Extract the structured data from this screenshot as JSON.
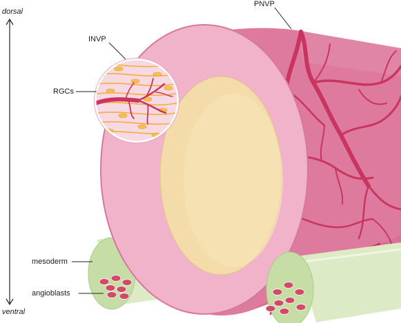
{
  "axis": {
    "top_label": "dorsal",
    "bottom_label": "ventral"
  },
  "labels": {
    "pnvp": "PNVP",
    "invp": "INVP",
    "rgcs": "RGCs",
    "mesoderm": "mesoderm",
    "angioblasts": "angioblasts"
  },
  "colors": {
    "tube_outer": "#de7a9e",
    "tube_face": "#f0b3c9",
    "lumen": "#f3dcaa",
    "vessel": "#cc3b61",
    "mesoderm": "#d7e8c0",
    "angioblast": "#d24a68",
    "rgc_fiber": "#f7b544"
  }
}
